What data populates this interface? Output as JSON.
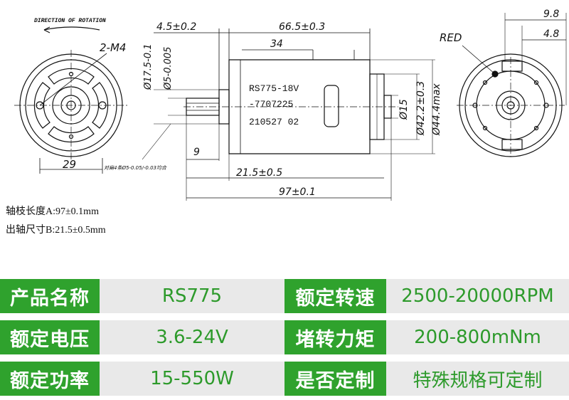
{
  "drawing": {
    "direction_label": "DIRECTION OF ROTATION",
    "screw_label": "2-M4",
    "red_label": "RED",
    "motor_label_lines": [
      "RS775-18V",
      "-7707225",
      "210527 02"
    ],
    "dims": {
      "left_width": "29",
      "shaft_len": "4.5±0.2",
      "body_len": "66.5±0.3",
      "mid_34": "34",
      "dia_17_5": "Ø17.5-0.1",
      "dia_5": "Ø5-0.005",
      "dia_15": "Ø15",
      "dia_42_2": "Ø42.2±0.3",
      "dia_44_4": "Ø44.4max",
      "dim_9": "9",
      "dim_21_5": "21.5±0.5",
      "dim_97": "97±0.1",
      "right_9_8": "9.8",
      "right_4_8": "4.8",
      "flat_note": "对扁4条Ø5-0.05/-0.03均合"
    }
  },
  "notes": [
    "轴枝长度A:97±0.1mm",
    "出轴尺寸B:21.5±0.5mm"
  ],
  "specs": [
    {
      "label1": "产品名称",
      "value1": "RS775",
      "label2": "额定转速",
      "value2": "2500-20000RPM"
    },
    {
      "label1": "额定电压",
      "value1": "3.6-24V",
      "label2": "堵转力矩",
      "value2": "200-800mNm"
    },
    {
      "label1": "额定功率",
      "value1": "15-550W",
      "label2": "是否定制",
      "value2": "特殊规格可定制"
    }
  ],
  "colors": {
    "label_bg": "#2fa22d",
    "value_bg": "#e9e9e9",
    "value_text": "#2d9a2b"
  }
}
